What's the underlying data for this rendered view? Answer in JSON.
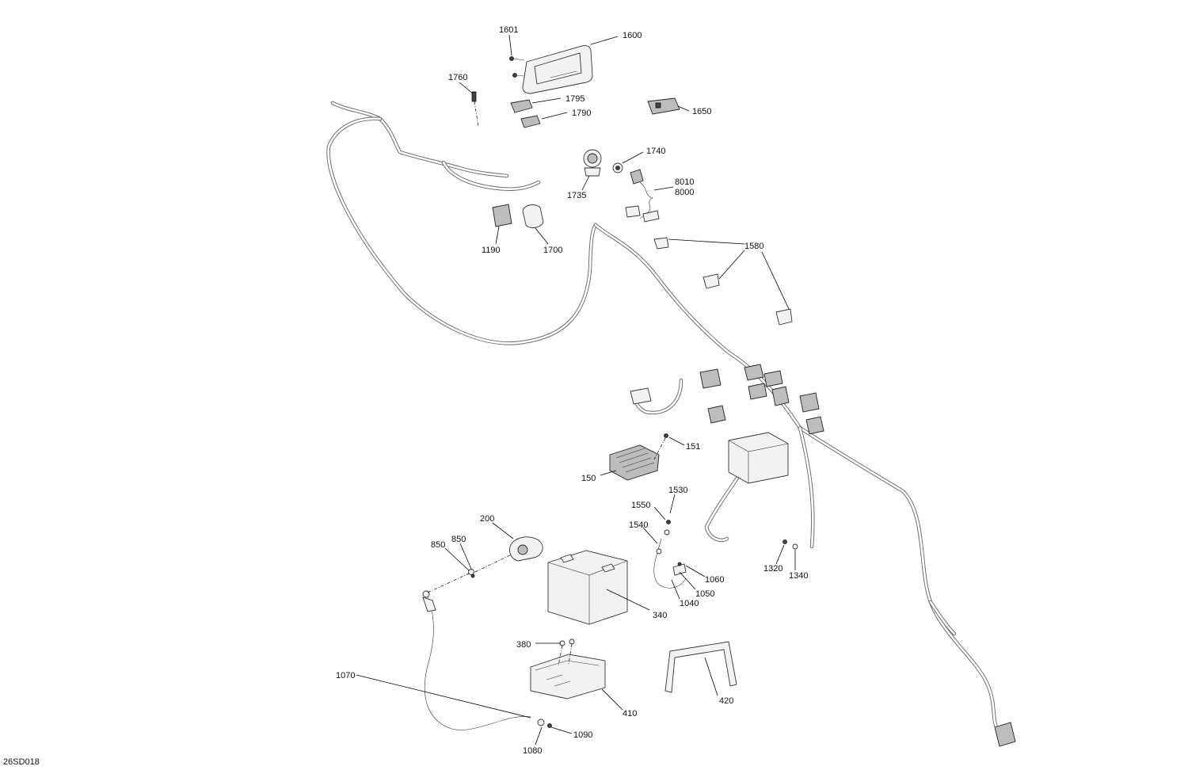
{
  "drawing": {
    "code": "26SD018",
    "callouts": [
      {
        "id": "c1601",
        "label": "1601"
      },
      {
        "id": "c1600",
        "label": "1600"
      },
      {
        "id": "c1760",
        "label": "1760"
      },
      {
        "id": "c1795",
        "label": "1795"
      },
      {
        "id": "c1790",
        "label": "1790"
      },
      {
        "id": "c1650",
        "label": "1650"
      },
      {
        "id": "c1740",
        "label": "1740"
      },
      {
        "id": "c1735",
        "label": "1735"
      },
      {
        "id": "c8010",
        "label": "8010"
      },
      {
        "id": "c8000",
        "label": "8000"
      },
      {
        "id": "c1190",
        "label": "1190"
      },
      {
        "id": "c1700",
        "label": "1700"
      },
      {
        "id": "c1580",
        "label": "1580"
      },
      {
        "id": "c151",
        "label": "151"
      },
      {
        "id": "c150",
        "label": "150"
      },
      {
        "id": "c1530",
        "label": "1530"
      },
      {
        "id": "c1550",
        "label": "1550"
      },
      {
        "id": "c1540",
        "label": "1540"
      },
      {
        "id": "c200",
        "label": "200"
      },
      {
        "id": "c850a",
        "label": "850"
      },
      {
        "id": "c850b",
        "label": "850"
      },
      {
        "id": "c1060",
        "label": "1060"
      },
      {
        "id": "c1050",
        "label": "1050"
      },
      {
        "id": "c1040",
        "label": "1040"
      },
      {
        "id": "c1320",
        "label": "1320"
      },
      {
        "id": "c1340",
        "label": "1340"
      },
      {
        "id": "c340",
        "label": "340"
      },
      {
        "id": "c380",
        "label": "380"
      },
      {
        "id": "c1070",
        "label": "1070"
      },
      {
        "id": "c410",
        "label": "410"
      },
      {
        "id": "c420",
        "label": "420"
      },
      {
        "id": "c1090",
        "label": "1090"
      },
      {
        "id": "c1080",
        "label": "1080"
      }
    ]
  }
}
